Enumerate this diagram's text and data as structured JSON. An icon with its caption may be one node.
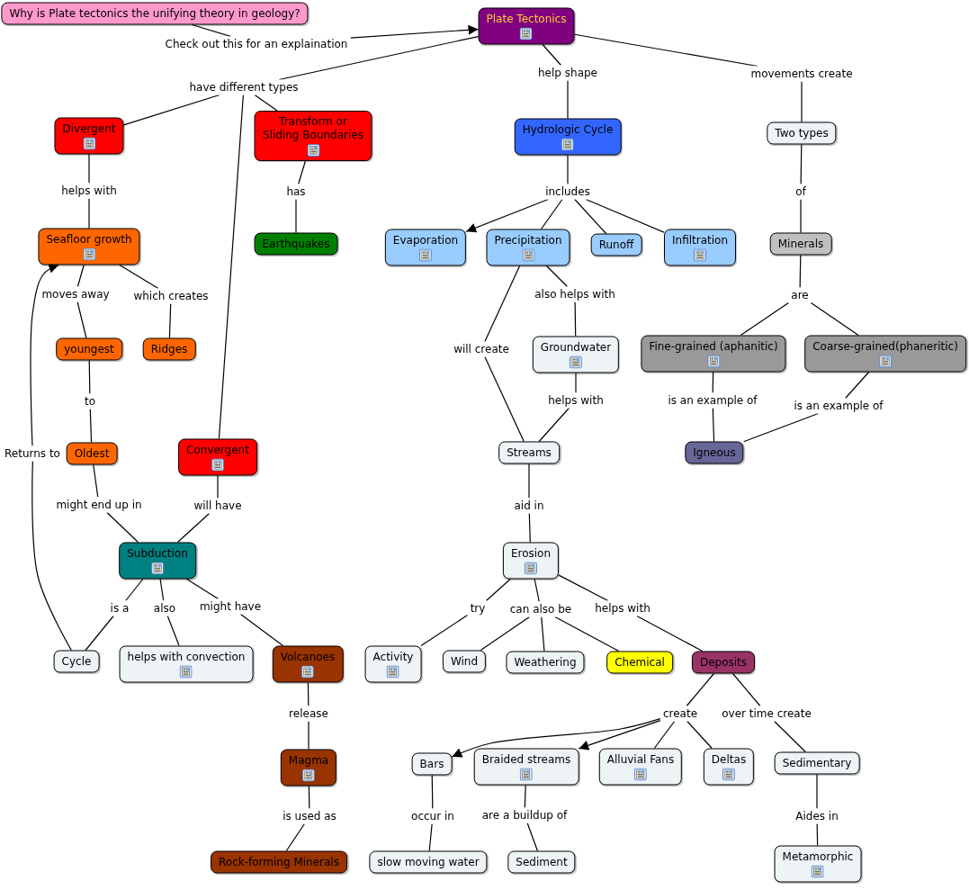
{
  "diagram": {
    "nodes": [
      {
        "text": [
          "Why is Plate tectonics the unifying theory in geology?"
        ]
      },
      {
        "text": [
          "Check out this for an explaination"
        ]
      },
      {
        "text": [
          "Plate Tectonics"
        ]
      },
      {
        "text": [
          "have different types"
        ]
      },
      {
        "text": [
          "Divergent"
        ]
      },
      {
        "text": [
          "Transform or Sliding Boundaries"
        ]
      },
      {
        "text": [
          "Convergent"
        ]
      },
      {
        "text": [
          "helps with"
        ]
      },
      {
        "text": [
          "has"
        ]
      },
      {
        "text": [
          "Seafloor growth"
        ]
      },
      {
        "text": [
          "Earthquakes"
        ]
      },
      {
        "text": [
          "moves away"
        ]
      },
      {
        "text": [
          "which creates"
        ]
      },
      {
        "text": [
          "youngest"
        ]
      },
      {
        "text": [
          "Ridges"
        ]
      },
      {
        "text": [
          "to"
        ]
      },
      {
        "text": [
          "Oldest"
        ]
      },
      {
        "text": [
          "Returns to"
        ]
      },
      {
        "text": [
          "might end up in"
        ]
      },
      {
        "text": [
          "will have"
        ]
      },
      {
        "text": [
          "Subduction"
        ]
      },
      {
        "text": [
          "is a"
        ]
      },
      {
        "text": [
          "also"
        ]
      },
      {
        "text": [
          "might have"
        ]
      },
      {
        "text": [
          "Cycle"
        ]
      },
      {
        "text": [
          "helps with convection"
        ]
      },
      {
        "text": [
          "Volcanoes"
        ]
      },
      {
        "text": [
          "release"
        ]
      },
      {
        "text": [
          "Magma"
        ]
      },
      {
        "text": [
          "is used as"
        ]
      },
      {
        "text": [
          "Rock-forming Minerals"
        ]
      },
      {
        "text": [
          "help shape"
        ]
      },
      {
        "text": [
          "movements create"
        ]
      },
      {
        "text": [
          "Hydrologic Cycle"
        ]
      },
      {
        "text": [
          "Two types"
        ]
      },
      {
        "text": [
          "includes"
        ]
      },
      {
        "text": [
          "of"
        ]
      },
      {
        "text": [
          "Evaporation"
        ]
      },
      {
        "text": [
          "Precipitation"
        ]
      },
      {
        "text": [
          "Runoff"
        ]
      },
      {
        "text": [
          "Infiltration"
        ]
      },
      {
        "text": [
          "Minerals"
        ]
      },
      {
        "text": [
          "also helps with"
        ]
      },
      {
        "text": [
          "are"
        ]
      },
      {
        "text": [
          "will create"
        ]
      },
      {
        "text": [
          "Groundwater"
        ]
      },
      {
        "text": [
          "Fine-grained (aphanitic)"
        ]
      },
      {
        "text": [
          "Coarse-grained(phaneritic)"
        ]
      },
      {
        "text": [
          "helps with"
        ]
      },
      {
        "text": [
          "is an example of"
        ]
      },
      {
        "text": [
          "is an example of"
        ]
      },
      {
        "text": [
          "Streams"
        ]
      },
      {
        "text": [
          "Igneous"
        ]
      },
      {
        "text": [
          "aid in"
        ]
      },
      {
        "text": [
          "Erosion"
        ]
      },
      {
        "text": [
          "try"
        ]
      },
      {
        "text": [
          "can also be"
        ]
      },
      {
        "text": [
          "helps with"
        ]
      },
      {
        "text": [
          "Activity"
        ]
      },
      {
        "text": [
          "Wind"
        ]
      },
      {
        "text": [
          "Weathering"
        ]
      },
      {
        "text": [
          "Chemical"
        ]
      },
      {
        "text": [
          "Deposits"
        ]
      },
      {
        "text": [
          "create"
        ]
      },
      {
        "text": [
          "over time create"
        ]
      },
      {
        "text": [
          "Bars"
        ]
      },
      {
        "text": [
          "Braided streams"
        ]
      },
      {
        "text": [
          "Alluvial Fans"
        ]
      },
      {
        "text": [
          "Deltas"
        ]
      },
      {
        "text": [
          "Sedimentary"
        ]
      },
      {
        "text": [
          "occur in"
        ]
      },
      {
        "text": [
          "are a buildup of"
        ]
      },
      {
        "text": [
          "Aides in"
        ]
      },
      {
        "text": [
          "slow moving water"
        ]
      },
      {
        "text": [
          "Sediment"
        ]
      },
      {
        "text": [
          "Metamorphic"
        ]
      }
    ],
    "edges": [
      {
        "from": 0,
        "to": 1,
        "arrow": "none"
      },
      {
        "from": 1,
        "to": 2,
        "arrow": "to"
      },
      {
        "from": 2,
        "to": 3,
        "arrow": "none"
      },
      {
        "from": 3,
        "to": 4,
        "arrow": "none"
      },
      {
        "from": 3,
        "to": 5,
        "arrow": "none"
      },
      {
        "from": 3,
        "to": 6,
        "arrow": "none"
      },
      {
        "from": 2,
        "to": 31,
        "arrow": "none"
      },
      {
        "from": 31,
        "to": 33,
        "arrow": "none"
      },
      {
        "from": 2,
        "to": 32,
        "arrow": "none"
      },
      {
        "from": 32,
        "to": 34,
        "arrow": "none"
      },
      {
        "from": 4,
        "to": 7,
        "arrow": "none"
      },
      {
        "from": 7,
        "to": 9,
        "arrow": "none"
      },
      {
        "from": 5,
        "to": 8,
        "arrow": "none"
      },
      {
        "from": 8,
        "to": 10,
        "arrow": "none"
      },
      {
        "from": 9,
        "to": 11,
        "arrow": "none"
      },
      {
        "from": 11,
        "to": 13,
        "arrow": "none"
      },
      {
        "from": 9,
        "to": 12,
        "arrow": "none"
      },
      {
        "from": 12,
        "to": 14,
        "arrow": "none"
      },
      {
        "from": 13,
        "to": 15,
        "arrow": "none"
      },
      {
        "from": 15,
        "to": 16,
        "arrow": "none"
      },
      {
        "from": 16,
        "to": 18,
        "arrow": "none"
      },
      {
        "from": 18,
        "to": 20,
        "arrow": "none"
      },
      {
        "from": 6,
        "to": 19,
        "arrow": "none"
      },
      {
        "from": 19,
        "to": 20,
        "arrow": "none"
      },
      {
        "from": 24,
        "to": 17,
        "arrow": "none"
      },
      {
        "from": 17,
        "to": 9,
        "arrow": "to"
      },
      {
        "from": 20,
        "to": 21,
        "arrow": "none"
      },
      {
        "from": 21,
        "to": 24,
        "arrow": "none"
      },
      {
        "from": 20,
        "to": 22,
        "arrow": "none"
      },
      {
        "from": 22,
        "to": 25,
        "arrow": "none"
      },
      {
        "from": 20,
        "to": 23,
        "arrow": "none"
      },
      {
        "from": 23,
        "to": 26,
        "arrow": "none"
      },
      {
        "from": 26,
        "to": 27,
        "arrow": "none"
      },
      {
        "from": 27,
        "to": 28,
        "arrow": "none"
      },
      {
        "from": 28,
        "to": 29,
        "arrow": "none"
      },
      {
        "from": 29,
        "to": 30,
        "arrow": "none"
      },
      {
        "from": 33,
        "to": 35,
        "arrow": "none"
      },
      {
        "from": 35,
        "to": 37,
        "arrow": "to"
      },
      {
        "from": 35,
        "to": 38,
        "arrow": "none"
      },
      {
        "from": 35,
        "to": 39,
        "arrow": "none"
      },
      {
        "from": 35,
        "to": 40,
        "arrow": "none"
      },
      {
        "from": 34,
        "to": 36,
        "arrow": "none"
      },
      {
        "from": 36,
        "to": 41,
        "arrow": "none"
      },
      {
        "from": 41,
        "to": 43,
        "arrow": "none"
      },
      {
        "from": 43,
        "to": 46,
        "arrow": "none"
      },
      {
        "from": 43,
        "to": 47,
        "arrow": "none"
      },
      {
        "from": 38,
        "to": 42,
        "arrow": "none"
      },
      {
        "from": 42,
        "to": 45,
        "arrow": "none"
      },
      {
        "from": 38,
        "to": 44,
        "arrow": "none"
      },
      {
        "from": 44,
        "to": 51,
        "arrow": "none"
      },
      {
        "from": 45,
        "to": 48,
        "arrow": "none"
      },
      {
        "from": 48,
        "to": 51,
        "arrow": "none"
      },
      {
        "from": 46,
        "to": 49,
        "arrow": "none"
      },
      {
        "from": 49,
        "to": 52,
        "arrow": "none"
      },
      {
        "from": 47,
        "to": 50,
        "arrow": "none"
      },
      {
        "from": 50,
        "to": 52,
        "arrow": "none"
      },
      {
        "from": 51,
        "to": 53,
        "arrow": "none"
      },
      {
        "from": 53,
        "to": 54,
        "arrow": "none"
      },
      {
        "from": 54,
        "to": 55,
        "arrow": "none"
      },
      {
        "from": 55,
        "to": 58,
        "arrow": "none"
      },
      {
        "from": 54,
        "to": 56,
        "arrow": "none"
      },
      {
        "from": 56,
        "to": 59,
        "arrow": "none"
      },
      {
        "from": 56,
        "to": 60,
        "arrow": "none"
      },
      {
        "from": 56,
        "to": 61,
        "arrow": "none"
      },
      {
        "from": 54,
        "to": 57,
        "arrow": "none"
      },
      {
        "from": 57,
        "to": 62,
        "arrow": "none"
      },
      {
        "from": 62,
        "to": 63,
        "arrow": "none"
      },
      {
        "from": 63,
        "to": 65,
        "arrow": "to"
      },
      {
        "from": 63,
        "to": 66,
        "arrow": "to"
      },
      {
        "from": 63,
        "to": 67,
        "arrow": "none"
      },
      {
        "from": 63,
        "to": 68,
        "arrow": "none"
      },
      {
        "from": 62,
        "to": 64,
        "arrow": "none"
      },
      {
        "from": 64,
        "to": 69,
        "arrow": "none"
      },
      {
        "from": 65,
        "to": 70,
        "arrow": "none"
      },
      {
        "from": 70,
        "to": 73,
        "arrow": "none"
      },
      {
        "from": 66,
        "to": 71,
        "arrow": "none"
      },
      {
        "from": 71,
        "to": 74,
        "arrow": "none"
      },
      {
        "from": 69,
        "to": 72,
        "arrow": "none"
      },
      {
        "from": 72,
        "to": 75,
        "arrow": "none"
      }
    ]
  }
}
